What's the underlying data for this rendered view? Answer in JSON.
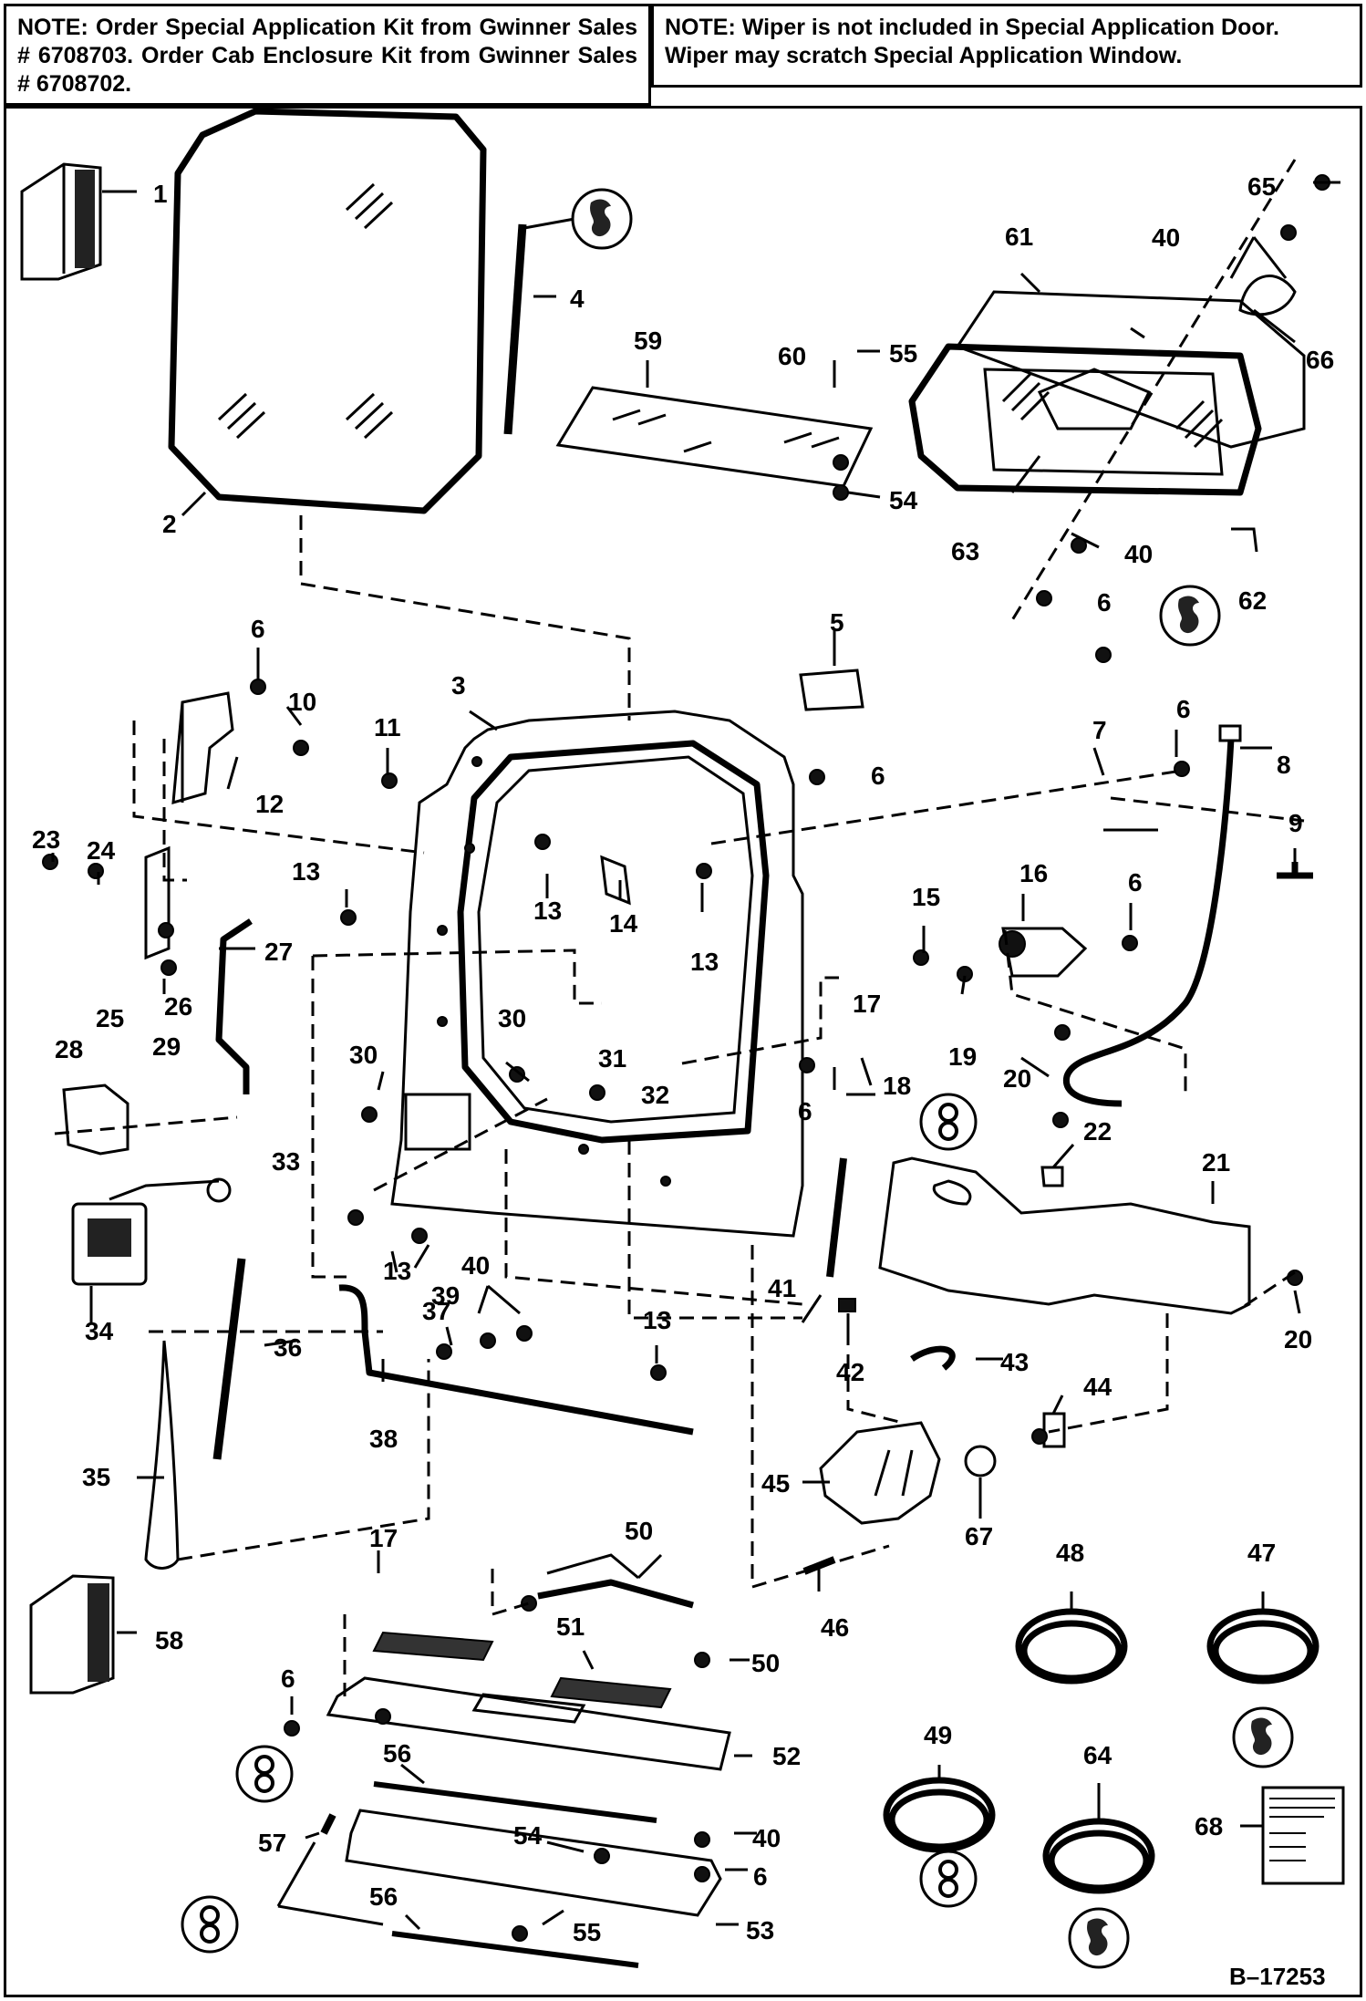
{
  "notes": {
    "left": {
      "keyword": "NOTE:",
      "text": "Order Special Application Kit from Gwinner Sales # 6708703.  Order Cab Enclosure Kit from Gwinner Sales # 6708702."
    },
    "right": {
      "keyword": "NOTE:",
      "text": "Wiper is not included in Special Application Door. Wiper may scratch Special Application Window."
    }
  },
  "figure_number": "B–17253",
  "callouts": {
    "c1": "1",
    "c2": "2",
    "c3": "3",
    "c4": "4",
    "c5": "5",
    "c6a": "6",
    "c6b": "6",
    "c6c": "6",
    "c6d": "6",
    "c6e": "6",
    "c6f": "6",
    "c6g": "6",
    "c6h": "6",
    "c7": "7",
    "c8": "8",
    "c9": "9",
    "c10": "10",
    "c11": "11",
    "c12": "12",
    "c13a": "13",
    "c13b": "13",
    "c13c": "13",
    "c13d": "13",
    "c13e": "13",
    "c14": "14",
    "c15": "15",
    "c16": "16",
    "c17a": "17",
    "c17b": "17",
    "c18": "18",
    "c19": "19",
    "c20a": "20",
    "c20b": "20",
    "c21": "21",
    "c22": "22",
    "c23": "23",
    "c24": "24",
    "c25": "25",
    "c26": "26",
    "c27": "27",
    "c28": "28",
    "c29": "29",
    "c30a": "30",
    "c30b": "30",
    "c31": "31",
    "c32": "32",
    "c33": "33",
    "c34": "34",
    "c35": "35",
    "c36": "36",
    "c37": "37",
    "c38": "38",
    "c39": "39",
    "c40a": "40",
    "c40b": "40",
    "c40c": "40",
    "c40d": "40",
    "c41": "41",
    "c42": "42",
    "c43": "43",
    "c44": "44",
    "c45": "45",
    "c46": "46",
    "c47": "47",
    "c48": "48",
    "c49": "49",
    "c50a": "50",
    "c50b": "50",
    "c51": "51",
    "c52": "52",
    "c53": "53",
    "c54a": "54",
    "c54b": "54",
    "c55a": "55",
    "c55b": "55",
    "c56a": "56",
    "c56b": "56",
    "c57": "57",
    "c58": "58",
    "c59": "59",
    "c60": "60",
    "c61": "61",
    "c62": "62",
    "c63": "63",
    "c64": "64",
    "c65": "65",
    "c66": "66",
    "c67": "67",
    "c68": "68"
  }
}
